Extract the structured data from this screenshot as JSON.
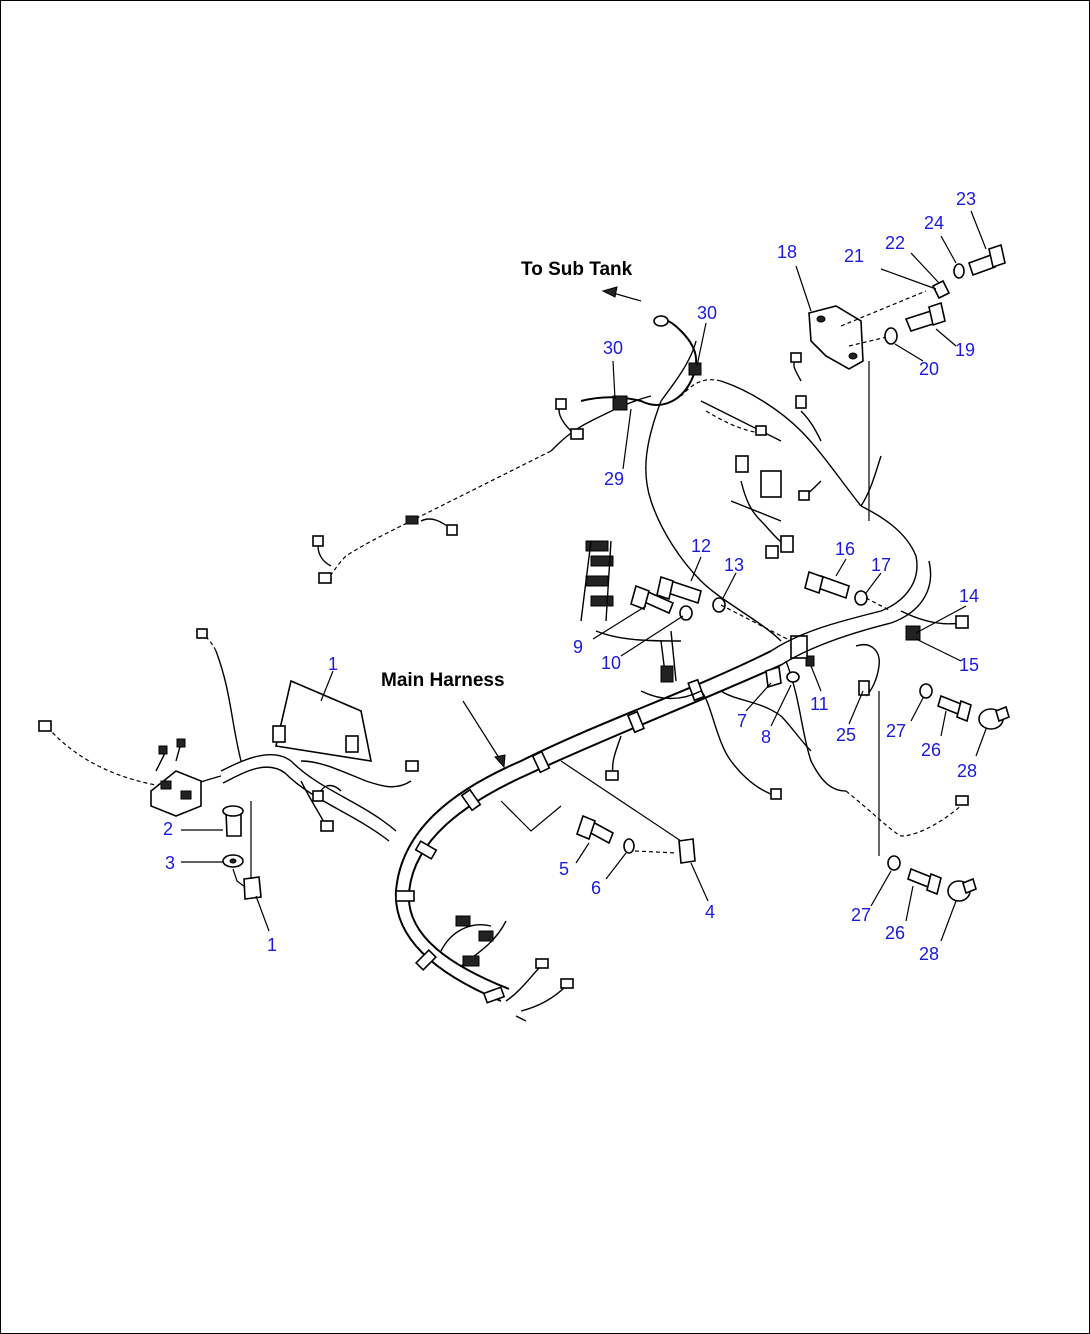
{
  "notes": {
    "sub_tank": "To Sub Tank",
    "main_harness": "Main Harness"
  },
  "callouts": {
    "c1_top": "1",
    "c1_bottom": "1",
    "c2": "2",
    "c3": "3",
    "c4": "4",
    "c5": "5",
    "c6": "6",
    "c7": "7",
    "c8": "8",
    "c9": "9",
    "c10": "10",
    "c11": "11",
    "c12": "12",
    "c13": "13",
    "c14": "14",
    "c15": "15",
    "c16": "16",
    "c17": "17",
    "c18": "18",
    "c19": "19",
    "c20": "20",
    "c21": "21",
    "c22": "22",
    "c23": "23",
    "c24": "24",
    "c25": "25",
    "c26_top": "26",
    "c26_bottom": "26",
    "c27_top": "27",
    "c27_bottom": "27",
    "c28_top": "28",
    "c28_bottom": "28",
    "c29": "29",
    "c30_left": "30",
    "c30_right": "30"
  },
  "colors": {
    "callout": "#1a1adc",
    "line": "#000000"
  }
}
